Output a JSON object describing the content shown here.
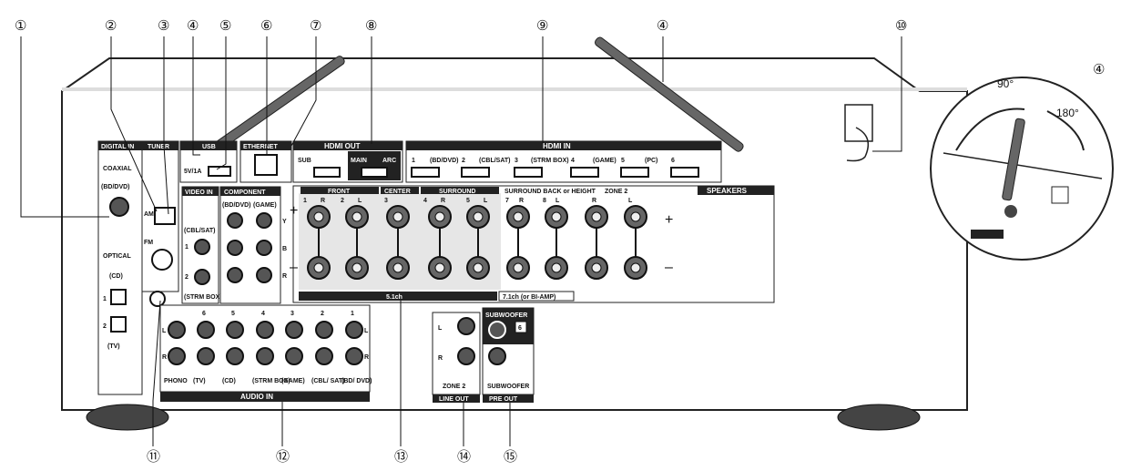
{
  "callouts": {
    "c1": "①",
    "c2": "②",
    "c3": "③",
    "c4": "④",
    "c5": "⑤",
    "c6": "⑥",
    "c7": "⑦",
    "c8": "⑧",
    "c9": "⑨",
    "c10": "⑩",
    "c11": "⑪",
    "c12": "⑫",
    "c13": "⑬",
    "c14": "⑭",
    "c15": "⑮",
    "c4b": "④",
    "c4c": "④"
  },
  "panels": {
    "digital_in": "DIGITAL IN",
    "coaxial": "COAXIAL",
    "coax_source": "(BD/DVD)",
    "optical": "OPTICAL",
    "opt1": "(CD)",
    "opt2_num": "2",
    "opt1_num": "1",
    "opt2": "(TV)",
    "tuner": "TUNER",
    "am": "AM",
    "fm": "FM",
    "usb": "USB",
    "usb_rating": "5V/1A",
    "ethernet": "ETHERNET",
    "hdmi_out": "HDMI OUT",
    "hdmi_sub": "SUB",
    "hdmi_main": "MAIN",
    "hdmi_arc": "ARC",
    "hdmi_in": "HDMI IN",
    "hdmi_in_ports": [
      "1",
      "(BD/DVD)",
      "2",
      "(CBL/SAT)",
      "3",
      "(STRM BOX)",
      "4",
      "(GAME)",
      "5",
      "(PC)",
      "6"
    ],
    "video_in": "VIDEO IN",
    "component": "COMPONENT",
    "comp_a": "(BD/DVD)",
    "comp_b": "(GAME)",
    "video_1": "(CBL/SAT)",
    "video_1_num": "1",
    "video_2_num": "2",
    "video_2": "(STRM BOX)",
    "y_label": "Y",
    "pb_label": "B",
    "pr_label": "R",
    "speakers": "SPEAKERS",
    "front": "FRONT",
    "center": "CENTER",
    "surround": "SURROUND",
    "surround_back": "SURROUND BACK or HEIGHT",
    "zone2": "ZONE 2",
    "sp_ch": [
      "1",
      "R",
      "2",
      "L",
      "3",
      "4",
      "R",
      "5",
      "L",
      "7",
      "R",
      "8",
      "L",
      "R",
      "L"
    ],
    "ch51": "5.1ch",
    "ch71": "7.1ch (or BI-AMP)",
    "plus": "+",
    "minus": "–",
    "audio_in": "AUDIO IN",
    "audio_nums": [
      "6",
      "5",
      "4",
      "3",
      "2",
      "1"
    ],
    "audio_names": [
      "PHONO",
      "(TV)",
      "(CD)",
      "(STRM BOX)",
      "(GAME)",
      "(CBL/ SAT)",
      "(BD/ DVD)"
    ],
    "lr": [
      "L",
      "R"
    ],
    "line_out": "LINE OUT",
    "zone2_lo": "ZONE 2",
    "subwoofer": "SUBWOOFER",
    "sub_num": "6",
    "subwoofer_a": "SUBWOOFER",
    "pre_out": "PRE OUT",
    "deg90": "90°",
    "deg180": "180°"
  }
}
